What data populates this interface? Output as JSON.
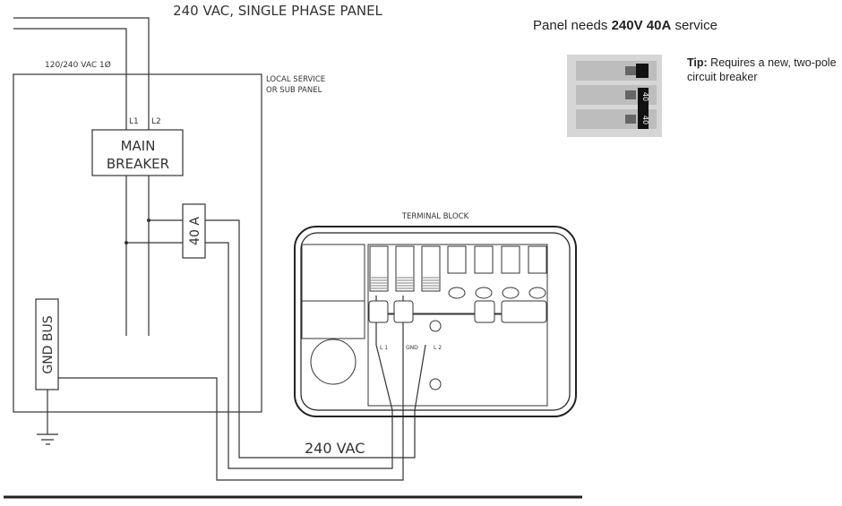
{
  "title": "240 VAC, SINGLE PHASE PANEL",
  "supply_label": "120/240 VAC 1Ø",
  "panel_label_line1": "LOCAL SERVICE",
  "panel_label_line2": "OR SUB PANEL",
  "l1": "L1",
  "l2": "L2",
  "main_breaker_line1": "MAIN",
  "main_breaker_line2": "BREAKER",
  "breaker_rating": "40 A",
  "gnd_bus": "GND BUS",
  "terminal_block": "TERMINAL BLOCK",
  "terminal_l1": "L 1",
  "terminal_gnd": "GND",
  "terminal_l2": "L 2",
  "feed_label": "240 VAC",
  "info": {
    "prefix": "Panel needs ",
    "bold": "240V 40A",
    "suffix": " service"
  },
  "tip": {
    "label": "Tip:",
    "text": " Requires a new, two-pole circuit breaker"
  },
  "breaker_image_rating": "40"
}
